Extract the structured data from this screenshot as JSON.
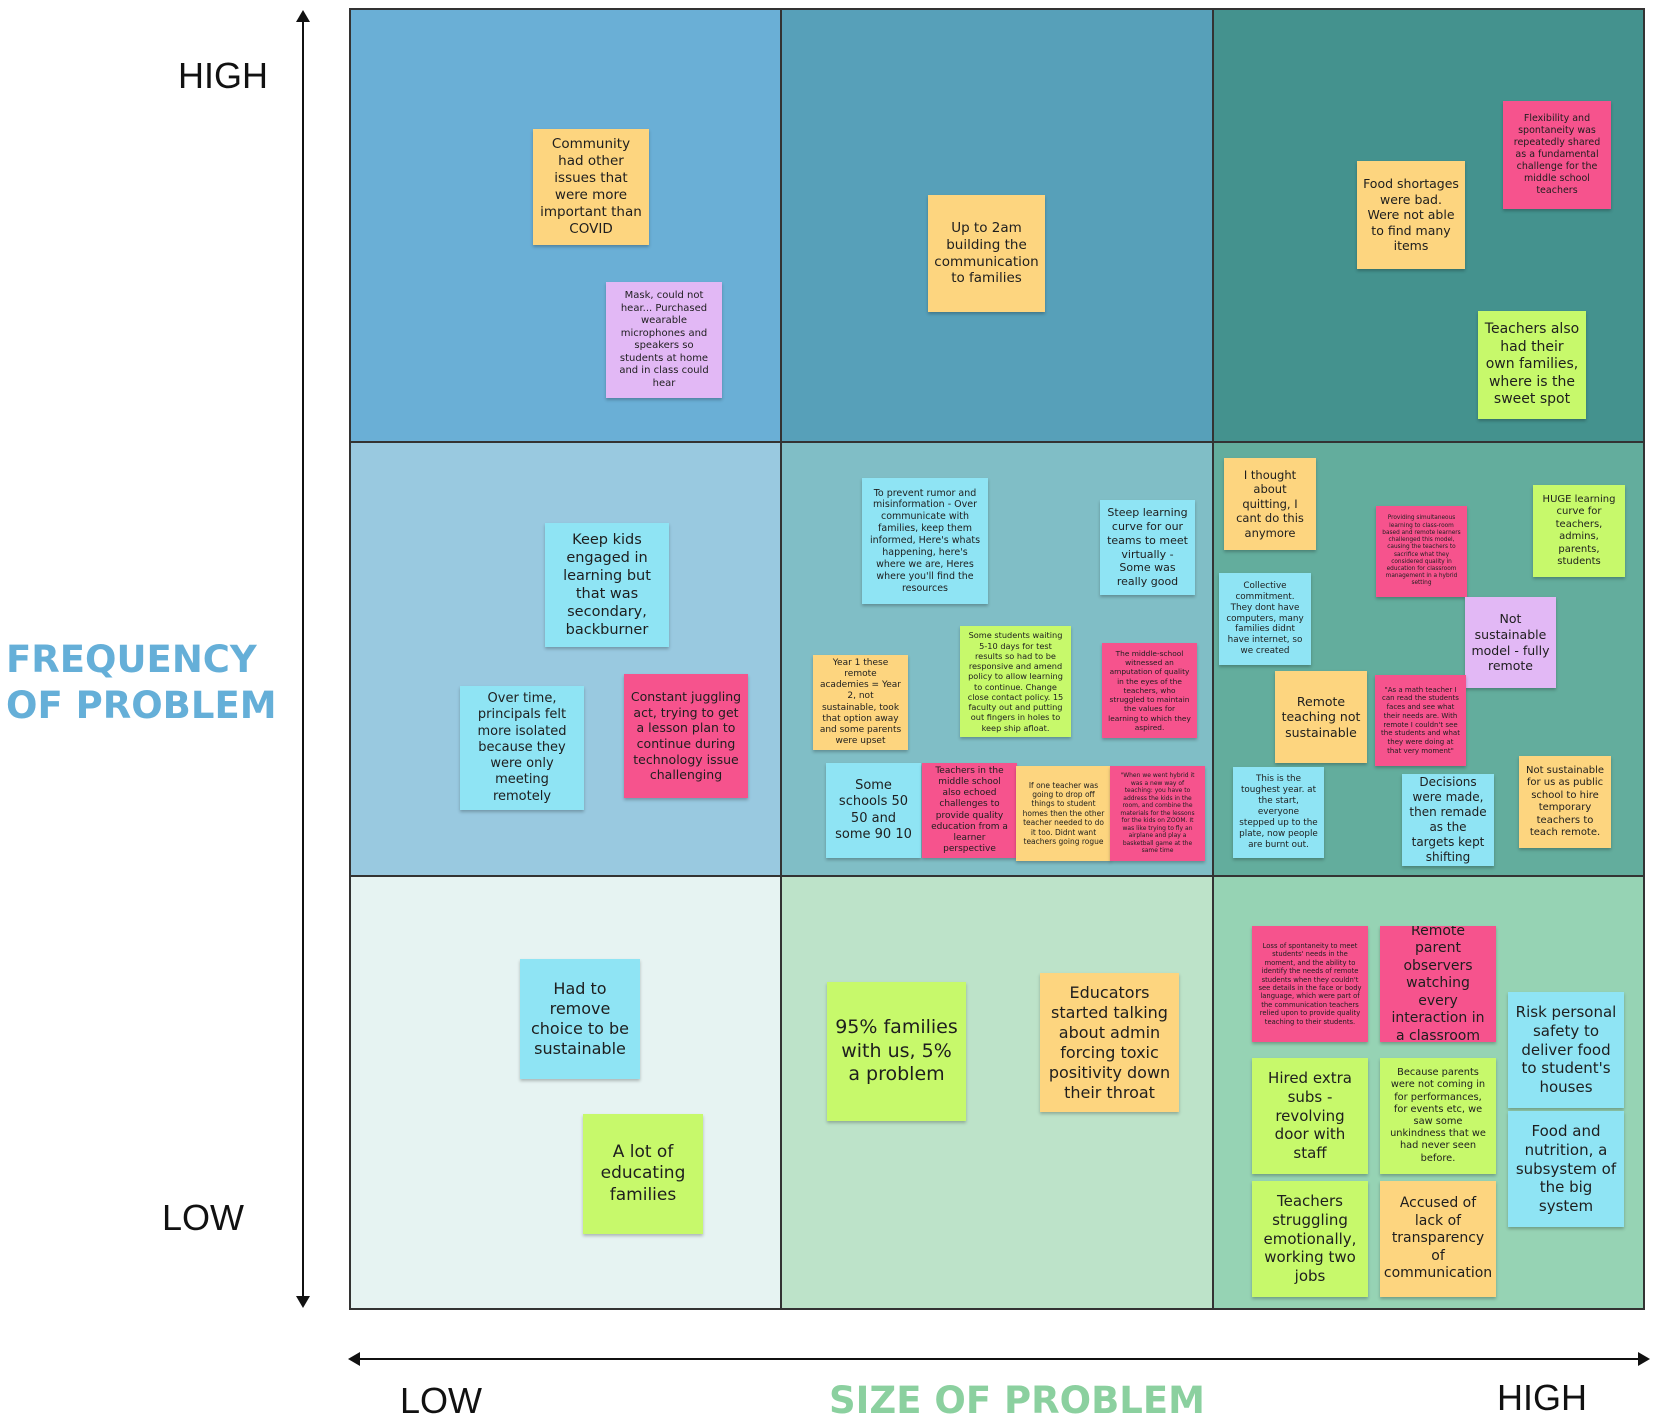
{
  "axes": {
    "y_title": "FREQUENCY\nOF PROBLEM",
    "x_title": "SIZE OF PROBLEM",
    "y_high": "HIGH",
    "y_low": "LOW",
    "x_low": "LOW",
    "x_high": "HIGH"
  },
  "colors": {
    "cell_0_0": "#6aafd6",
    "cell_0_1": "#57a0b9",
    "cell_0_2": "#44928e",
    "cell_1_0": "#99c9e0",
    "cell_1_1": "#80bec6",
    "cell_1_2": "#63ad9d",
    "cell_2_0": "#e6f3f2",
    "cell_2_1": "#bde3c9",
    "cell_2_2": "#96d3b4",
    "y_title": "#65afd8",
    "x_title": "#8bd09f"
  },
  "notes": [
    {
      "id": "n1",
      "color": "yellow",
      "text": "Community had other issues that were more important than COVID"
    },
    {
      "id": "n2",
      "color": "purple",
      "text": "Mask, could not hear... Purchased wearable microphones and speakers so students at home and in class could hear"
    },
    {
      "id": "n3",
      "color": "yellow",
      "text": "Up to 2am building the communication to families"
    },
    {
      "id": "n4",
      "color": "pink",
      "text": "Flexibility and spontaneity was repeatedly shared as a fundamental challenge for the middle school teachers"
    },
    {
      "id": "n5",
      "color": "yellow",
      "text": "Food shortages were bad. Were not able to find many items"
    },
    {
      "id": "n6",
      "color": "lime",
      "text": "Teachers also had their own families, where is the sweet spot"
    },
    {
      "id": "n7",
      "color": "cyan",
      "text": "Keep kids engaged in learning but that was secondary, backburner"
    },
    {
      "id": "n8",
      "color": "cyan",
      "text": "Over time, principals felt more isolated because they were only meeting remotely"
    },
    {
      "id": "n9",
      "color": "pink",
      "text": "Constant juggling act, trying to get a lesson plan to continue during technology issue challenging"
    },
    {
      "id": "n10",
      "color": "cyan",
      "text": "To prevent rumor and misinformation - Over communicate with families, keep them informed, Here's whats happening, here's where we are, Heres where you'll find the resources"
    },
    {
      "id": "n11",
      "color": "cyan",
      "text": "Steep learning curve for our teams to meet virtually - Some was really good"
    },
    {
      "id": "n12",
      "color": "yellow",
      "text": "Year 1 these remote academies = Year 2, not sustainable, took that option away and some parents were upset"
    },
    {
      "id": "n13",
      "color": "lime",
      "text": "Some students waiting 5-10 days for test results so had to be responsive and amend policy to allow learning to continue. Change close contact policy. 15 faculty out and putting out fingers in holes to keep ship afloat."
    },
    {
      "id": "n14",
      "color": "pink",
      "text": "The middle-school witnessed an amputation of quality in the eyes of the teachers, who struggled to maintain the values for learning to which they aspired."
    },
    {
      "id": "n15",
      "color": "cyan",
      "text": "Some schools 50 50 and some 90 10"
    },
    {
      "id": "n16",
      "color": "pink",
      "text": "Teachers in the middle school also echoed challenges to provide quality education from a learner perspective"
    },
    {
      "id": "n17",
      "color": "yellow",
      "text": "If one teacher was going to drop off things to student homes then the other teacher needed to do it too. Didnt want teachers going rogue"
    },
    {
      "id": "n18",
      "color": "pink",
      "text": "\"When we went hybrid it was a new way of teaching: you have to address the kids in the room, and combine the materials for the lessons for the kids on ZOOM. It was like trying to fly an airplane and play a basketball game at the same time"
    },
    {
      "id": "n19",
      "color": "yellow",
      "text": "I thought about quitting, I cant do this anymore"
    },
    {
      "id": "n20",
      "color": "pink",
      "text": "Providing simultaneous learning to class-room based and remote learners challenged this model, causing the teachers to sacrifice what they considered quality in education for classroom management in a hybrid setting"
    },
    {
      "id": "n21",
      "color": "lime",
      "text": "HUGE learning curve for teachers, admins, parents, students"
    },
    {
      "id": "n22",
      "color": "cyan",
      "text": "Collective commitment. They dont have computers, many families didnt have internet, so we created"
    },
    {
      "id": "n23",
      "color": "purple",
      "text": "Not sustainable model - fully remote"
    },
    {
      "id": "n24",
      "color": "yellow",
      "text": "Remote teaching not sustainable"
    },
    {
      "id": "n25",
      "color": "pink",
      "text": "\"As a math teacher I can read the students faces and see what their needs are. With remote I couldn't see the students and what they were doing at that very moment\""
    },
    {
      "id": "n26",
      "color": "yellow",
      "text": "Not sustainable for us as public school to hire temporary teachers to teach remote."
    },
    {
      "id": "n27",
      "color": "cyan",
      "text": "This is the toughest year. at the start, everyone stepped up to the plate, now people are burnt out."
    },
    {
      "id": "n28",
      "color": "cyan",
      "text": "Decisions were made, then remade as the targets kept shifting"
    },
    {
      "id": "n29",
      "color": "cyan",
      "text": "Had to remove choice to be sustainable"
    },
    {
      "id": "n30",
      "color": "lime",
      "text": "A lot of educating families"
    },
    {
      "id": "n31",
      "color": "lime",
      "text": "95% families with us, 5% a problem"
    },
    {
      "id": "n32",
      "color": "yellow",
      "text": "Educators started talking about admin forcing toxic positivity down their throat"
    },
    {
      "id": "n33",
      "color": "pink",
      "text": "Loss of spontaneity to meet students' needs in the moment, and the ability to identify the needs of remote students when they couldn't see details in the face or body language, which were part of the communication teachers relied upon to provide quality teaching to their students."
    },
    {
      "id": "n34",
      "color": "pink",
      "text": "Remote parent observers watching every interaction in a classroom"
    },
    {
      "id": "n35",
      "color": "cyan",
      "text": "Risk personal safety to deliver food to student's houses"
    },
    {
      "id": "n36",
      "color": "lime",
      "text": "Hired extra subs - revolving door with staff"
    },
    {
      "id": "n37",
      "color": "lime",
      "text": "Because parents were not coming in for performances, for events etc, we saw some unkindness that we had never seen before."
    },
    {
      "id": "n38",
      "color": "cyan",
      "text": "Food and nutrition, a subsystem of the big system"
    },
    {
      "id": "n39",
      "color": "lime",
      "text": "Teachers struggling emotionally, working two jobs"
    },
    {
      "id": "n40",
      "color": "yellow",
      "text": "Accused of lack of transparency of communication"
    }
  ]
}
